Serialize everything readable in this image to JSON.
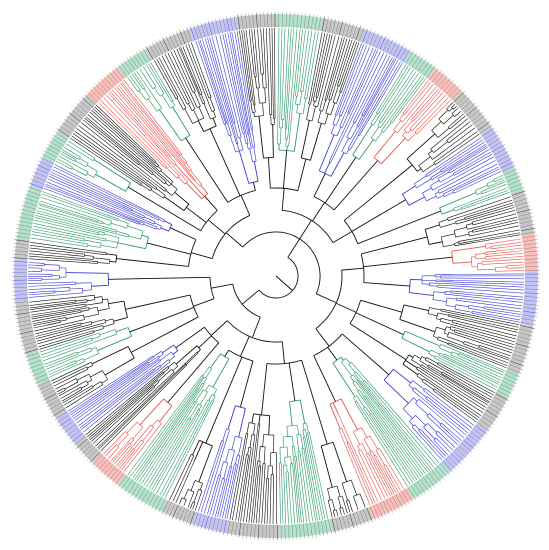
{
  "diagram": {
    "type": "circular-phylogenetic-tree",
    "colors": {
      "branch_default": "#111111",
      "clade_red": "#e8554f",
      "clade_blue": "#3b3bd6",
      "clade_green": "#2e9a6a",
      "highlight_red": "#f6b4ae",
      "highlight_blue": "#b7b7f2",
      "highlight_green": "#a6dcc2",
      "highlight_grey": "#bdbdbd"
    },
    "clade_sequence": [
      "black",
      "green",
      "blue",
      "green",
      "black",
      "red",
      "green",
      "black",
      "blue",
      "black",
      "green",
      "black",
      "blue",
      "green",
      "red",
      "black",
      "blue",
      "green",
      "black",
      "red",
      "blue",
      "black",
      "green",
      "black",
      "blue",
      "green",
      "red",
      "black",
      "green",
      "black",
      "blue",
      "black",
      "green",
      "red",
      "black",
      "blue",
      "black",
      "green",
      "black",
      "blue"
    ]
  }
}
